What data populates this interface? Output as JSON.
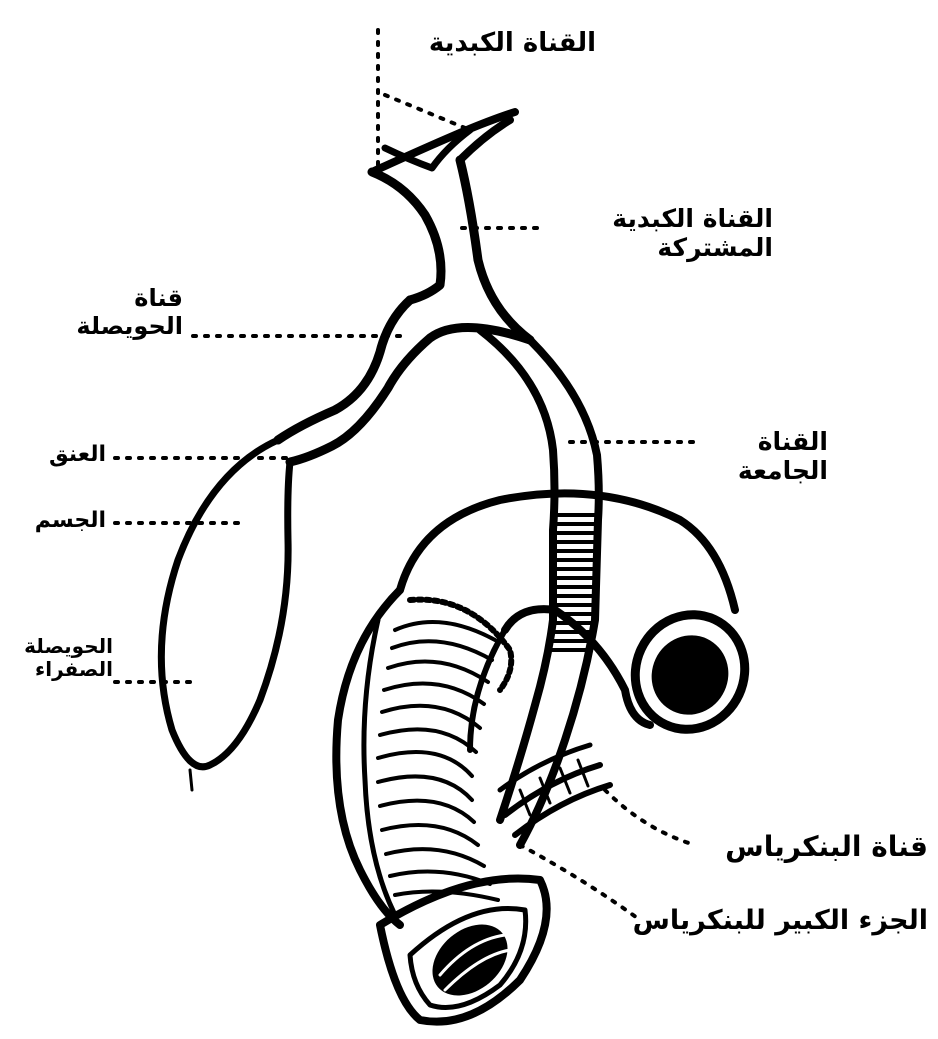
{
  "colors": {
    "ink": "#000000",
    "background": "#ffffff"
  },
  "labels": {
    "hepatic_ducts": "القناة الكبدية",
    "common_hepatic_line1": "القناة الكبدية",
    "common_hepatic_line2": "المشتركة",
    "cystic_line1": "قناة",
    "cystic_line2": "الحويصلة",
    "bile_line1": "القناة",
    "bile_line2": "الجامعة",
    "neck": "العنق",
    "body": "الجسم",
    "gall_line1": "الحويصلة",
    "gall_line2": "الصفراء",
    "pancreatic_duct": "قناة البنكرياس",
    "pancreas_head": "الجزء الكبير للبنكرياس"
  }
}
